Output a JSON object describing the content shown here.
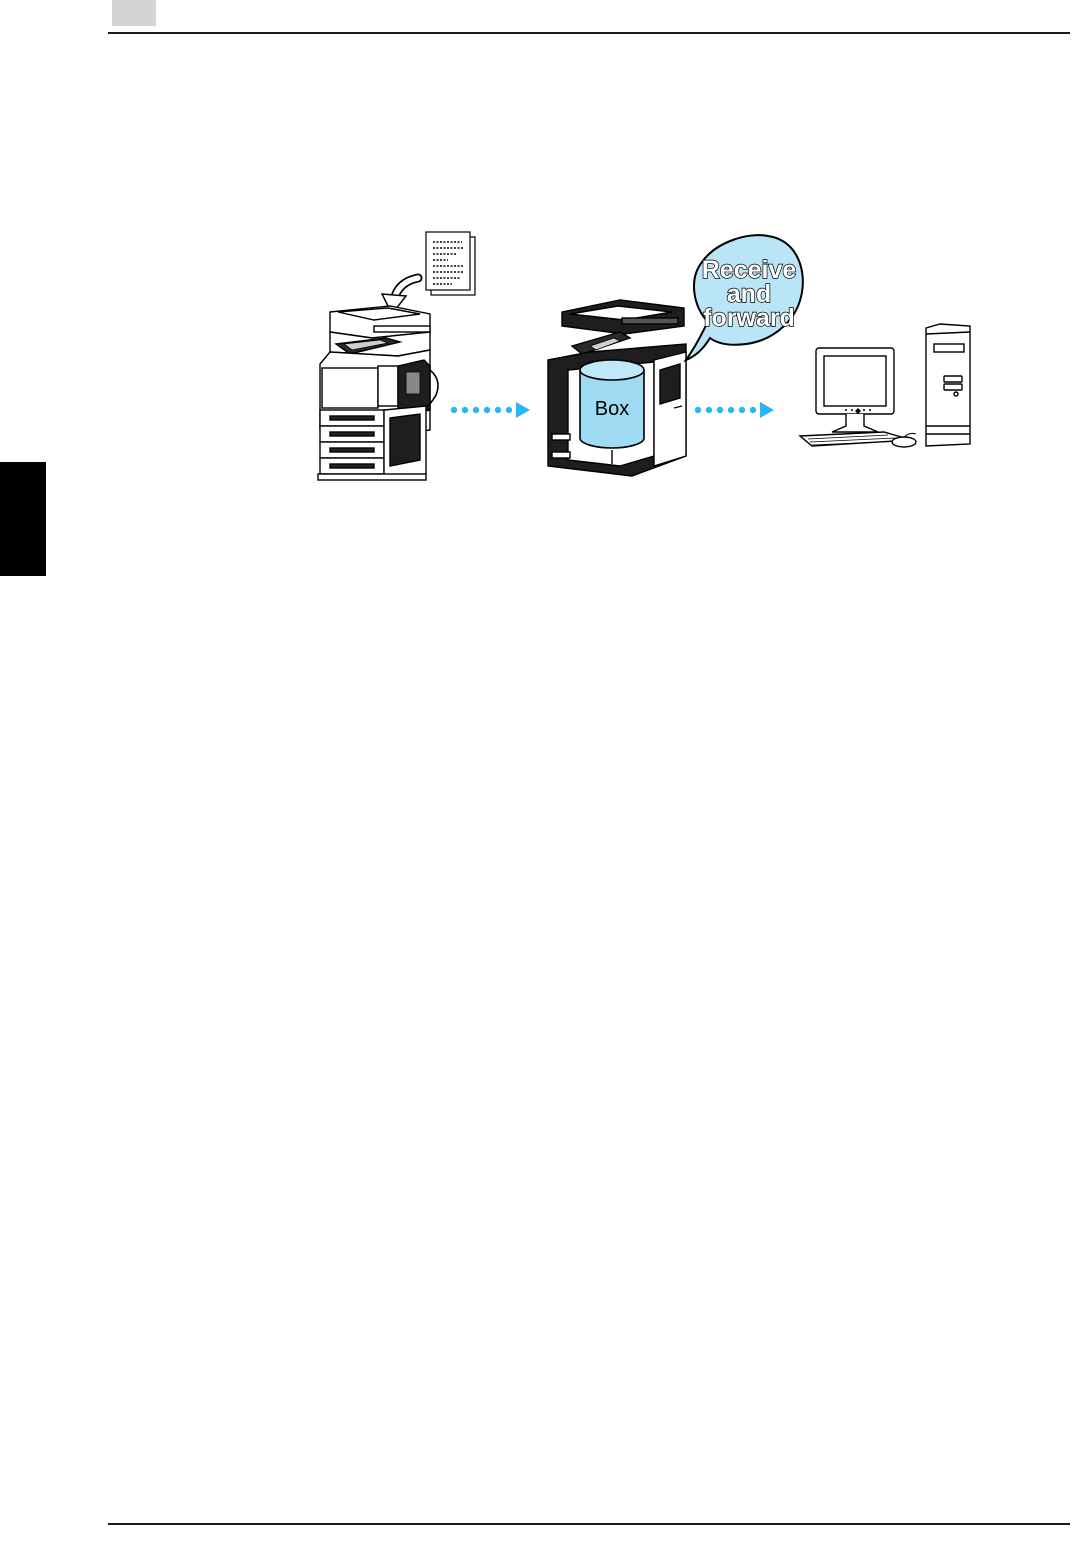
{
  "diagram": {
    "box_label": "Box",
    "callout": {
      "line1": "Receive",
      "line2": "and",
      "line3": "forward"
    }
  },
  "colors": {
    "flow_arrow": "#29b6f6",
    "box_fill": "#9fdcf4",
    "callout_fill": "#b9e5f7",
    "side_tab": "#000000",
    "page_number_box": "#d4d4d4"
  },
  "icons": [
    "document-icon",
    "feed-arrow-icon",
    "scanner-mfp-icon",
    "receiving-mfp-icon",
    "box-storage-icon",
    "computer-icon"
  ]
}
